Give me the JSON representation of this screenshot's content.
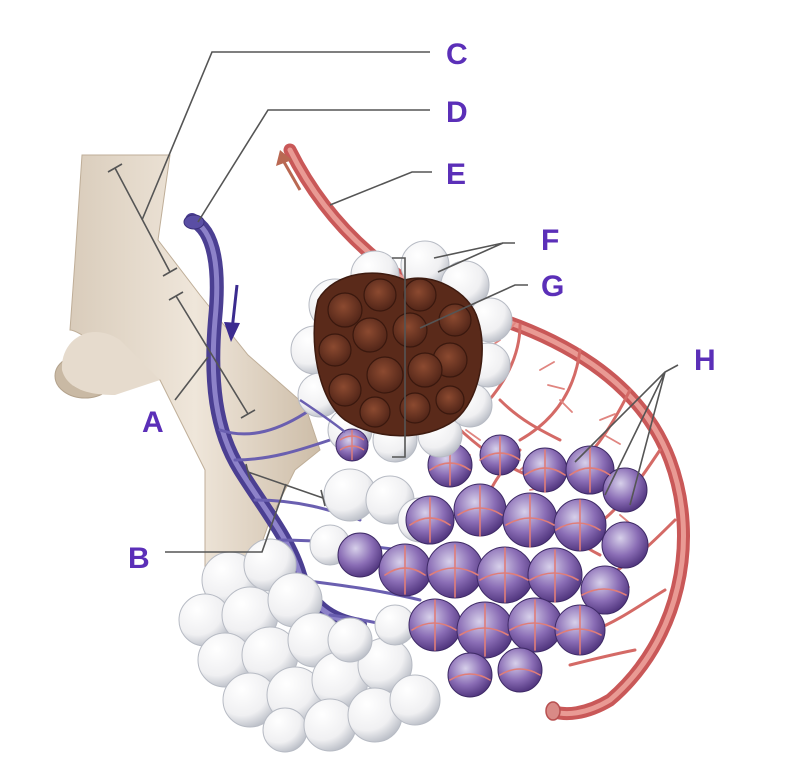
{
  "labels": {
    "a": "A",
    "b": "B",
    "c": "C",
    "d": "D",
    "e": "E",
    "f": "F",
    "g": "G",
    "h": "H"
  },
  "colors": {
    "label_text": "#5b2fb8",
    "leader_line": "#555555",
    "bronchiole": "#e8ddd0",
    "bronchiole_shadow": "#cbbba8",
    "deoxygenated_vessel": "#6a5fb0",
    "oxygenated_vessel": "#d56565",
    "alveolus": "#f4f4f4",
    "alveolus_shadow": "#c9ccd4",
    "alveolar_interior": "#6b3422",
    "capillary_sac": "#7d5fa7"
  },
  "icons": {
    "flow_arrow_down": "arrow-down-icon",
    "flow_arrow_up": "arrow-up-icon"
  }
}
